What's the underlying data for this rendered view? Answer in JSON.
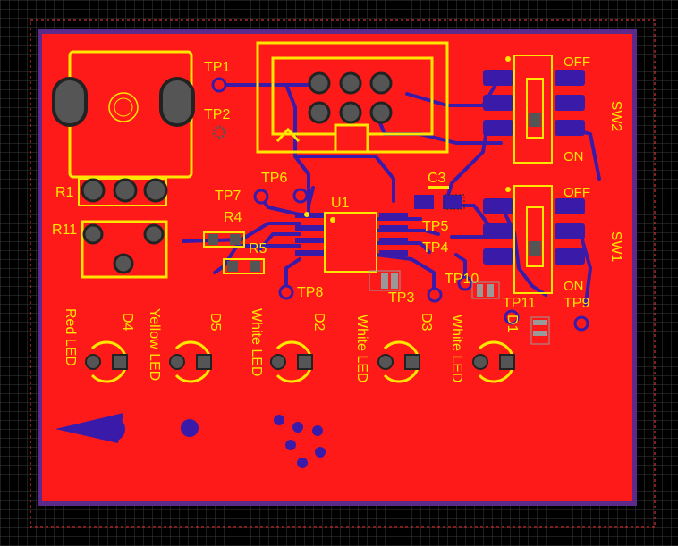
{
  "board": {
    "colors": {
      "background": "#000000",
      "grid": "#3a3a3a",
      "copper": "#ff1a1a",
      "trace": "#3a1aa8",
      "silkscreen": "#ffe600",
      "pad": "#555555",
      "outline": "#5b2a8a",
      "keepout": "#ff3b3b"
    }
  },
  "testpoints": {
    "tp1": "TP1",
    "tp2": "TP2",
    "tp3": "TP3",
    "tp4": "TP4",
    "tp5": "TP5",
    "tp6": "TP6",
    "tp7": "TP7",
    "tp8": "TP8",
    "tp9": "TP9",
    "tp10": "TP10",
    "tp11": "TP11"
  },
  "components": {
    "r1": "R1",
    "r11": "R11",
    "r4": "R4",
    "r5": "R5",
    "c3": "C3",
    "u1": "U1",
    "sw1": "SW1",
    "sw2": "SW2",
    "d1": "D1",
    "d2": "D2",
    "d3": "D3",
    "d4": "D4",
    "d5": "D5"
  },
  "switches": {
    "sw1_off": "OFF",
    "sw1_on": "ON",
    "sw2_off": "OFF",
    "sw2_on": "ON"
  },
  "leds": {
    "d1_color": "White LED",
    "d2_color": "White LED",
    "d3_color": "White LED",
    "d4_color": "Red LED",
    "d5_color": "Yellow LED"
  }
}
